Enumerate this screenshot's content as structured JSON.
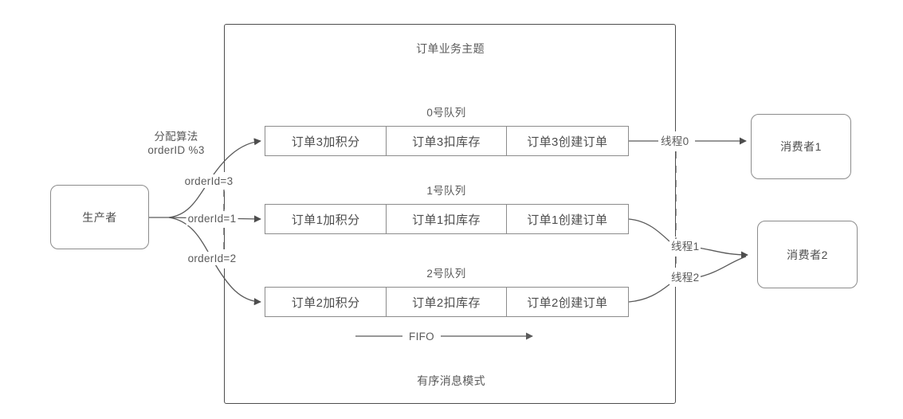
{
  "diagram": {
    "topic_title": "订单业务主题",
    "footer_label": "有序消息模式",
    "fifo_label": "FIFO",
    "dispatch_label_line1": "分配算法",
    "dispatch_label_line2": "orderID %3",
    "producer": {
      "label": "生产者"
    },
    "consumers": [
      {
        "label": "消费者1"
      },
      {
        "label": "消费者2"
      }
    ],
    "order_edges": [
      {
        "label": "orderId=3"
      },
      {
        "label": "orderId=1"
      },
      {
        "label": "orderId=2"
      }
    ],
    "thread_edges": [
      {
        "label": "线程0"
      },
      {
        "label": "线程1"
      },
      {
        "label": "线程2"
      }
    ],
    "queues": [
      {
        "name": "0号队列",
        "cells": [
          "订单3加积分",
          "订单3扣库存",
          "订单3创建订单"
        ]
      },
      {
        "name": "1号队列",
        "cells": [
          "订单1加积分",
          "订单1扣库存",
          "订单1创建订单"
        ]
      },
      {
        "name": "2号队列",
        "cells": [
          "订单2加积分",
          "订单2扣库存",
          "订单2创建订单"
        ]
      }
    ],
    "colors": {
      "stroke_dark": "#4d4d4d",
      "stroke_light": "#8c8c8c",
      "text": "#4d4d4d",
      "background": "#ffffff"
    }
  }
}
